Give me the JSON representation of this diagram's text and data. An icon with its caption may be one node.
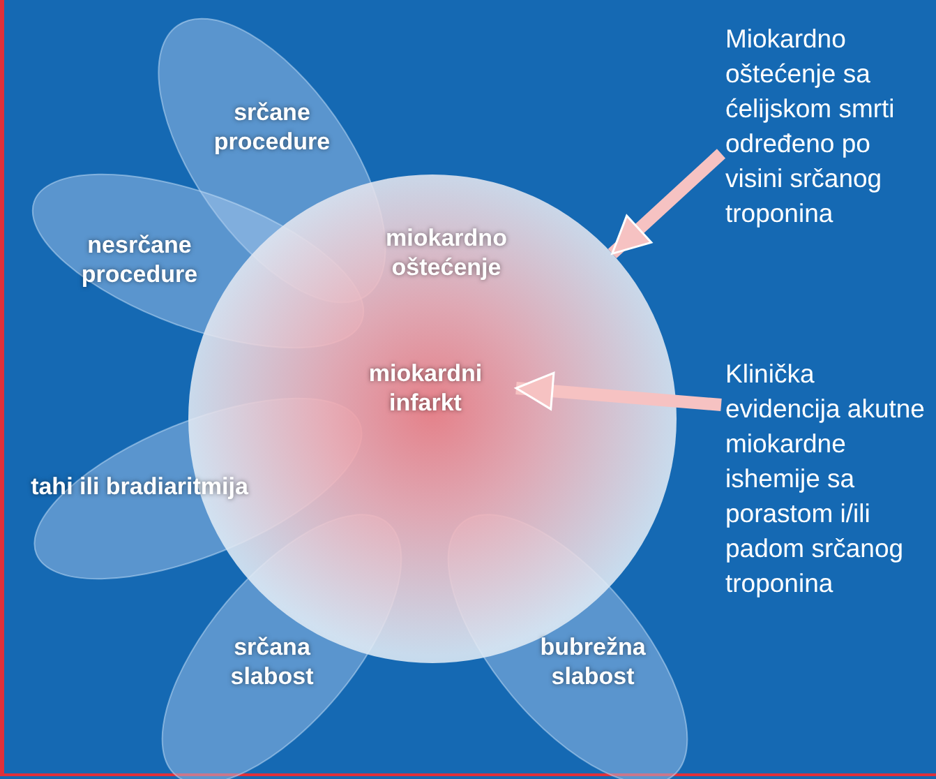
{
  "diagram": {
    "nodes": [
      {
        "text": [
          "miokardno oštećenje"
        ]
      },
      {
        "text": [
          "miokardni infarkt"
        ],
        "in": 0
      },
      {
        "text": [
          "srčane procedure"
        ]
      },
      {
        "text": [
          "nesrčane procedure"
        ]
      },
      {
        "text": [
          "tahi ili bradiaritmija"
        ]
      },
      {
        "text": [
          "srčana slabost"
        ]
      },
      {
        "text": [
          "bubrežna slabost"
        ]
      },
      {
        "text": [
          "Miokardno oštećenje sa ćelijskom smrti određeno po visini srčanog troponina"
        ]
      },
      {
        "text": [
          "Klinička evidencija akutne miokardne ishemije sa porastom i/ili padom srčanog troponina"
        ]
      }
    ],
    "edges": [
      {
        "from": 7,
        "to": 0,
        "arrow": "to"
      },
      {
        "from": 8,
        "to": 1,
        "arrow": "to"
      }
    ]
  }
}
